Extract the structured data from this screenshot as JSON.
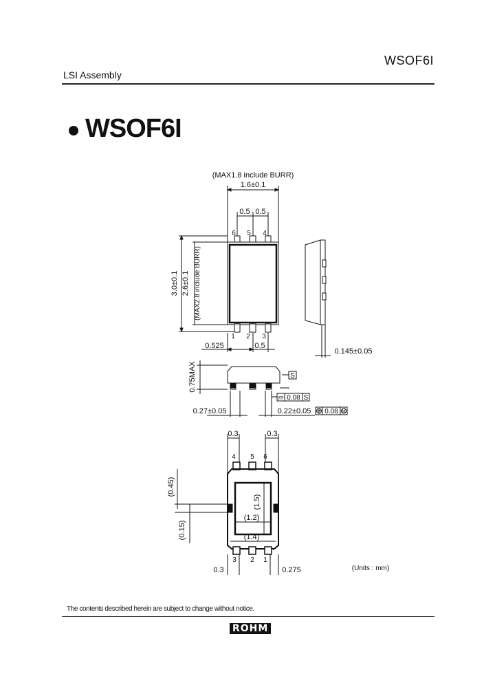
{
  "header": {
    "package_code": "WSOF6I",
    "category": "LSI Assembly"
  },
  "title": "WSOF6I",
  "top_view": {
    "max_width_note": "(MAX1.8 include BURR)",
    "width": "1.6±0.1",
    "pitch_left": "0.5",
    "pitch_right": "0.5",
    "pins_top": [
      "6",
      "5",
      "4"
    ],
    "pins_bottom": [
      "1",
      "2",
      "3"
    ],
    "height_outer": "3.0±0.1",
    "height_body": "2.6±0.1",
    "max_height_note": "(MAX2.8 include BURR)",
    "offset_left": "0.525",
    "pitch_bottom": "0.5"
  },
  "side_view": {
    "lead_thickness": "0.145±0.05"
  },
  "front_view": {
    "height_max": "0.75MAX",
    "datum": "S",
    "flatness": "0.08",
    "flatness_datum": "S",
    "lead_width_left": "0.27±0.05",
    "lead_width": "0.22±0.05",
    "position_tol": "0.08",
    "position_symbol": "⊕",
    "flatness_symbol": "⏥",
    "mmc_symbol": "M"
  },
  "footprint": {
    "top_left": "0.3",
    "top_right": "0.3",
    "pins_top": [
      "4",
      "5",
      "6"
    ],
    "pins_bottom": [
      "3",
      "2",
      "1"
    ],
    "dim_045": "(0.45)",
    "dim_15": "(1.5)",
    "dim_12": "(1.2)",
    "dim_14": "(1.4)",
    "dim_015": "(0.15)",
    "bottom_left": "0.3",
    "bottom_right": "0.275",
    "units": "(Units : mm)"
  },
  "footer": {
    "notice": "The contents described herein are subject to change without notice.",
    "brand": "ROHM"
  }
}
